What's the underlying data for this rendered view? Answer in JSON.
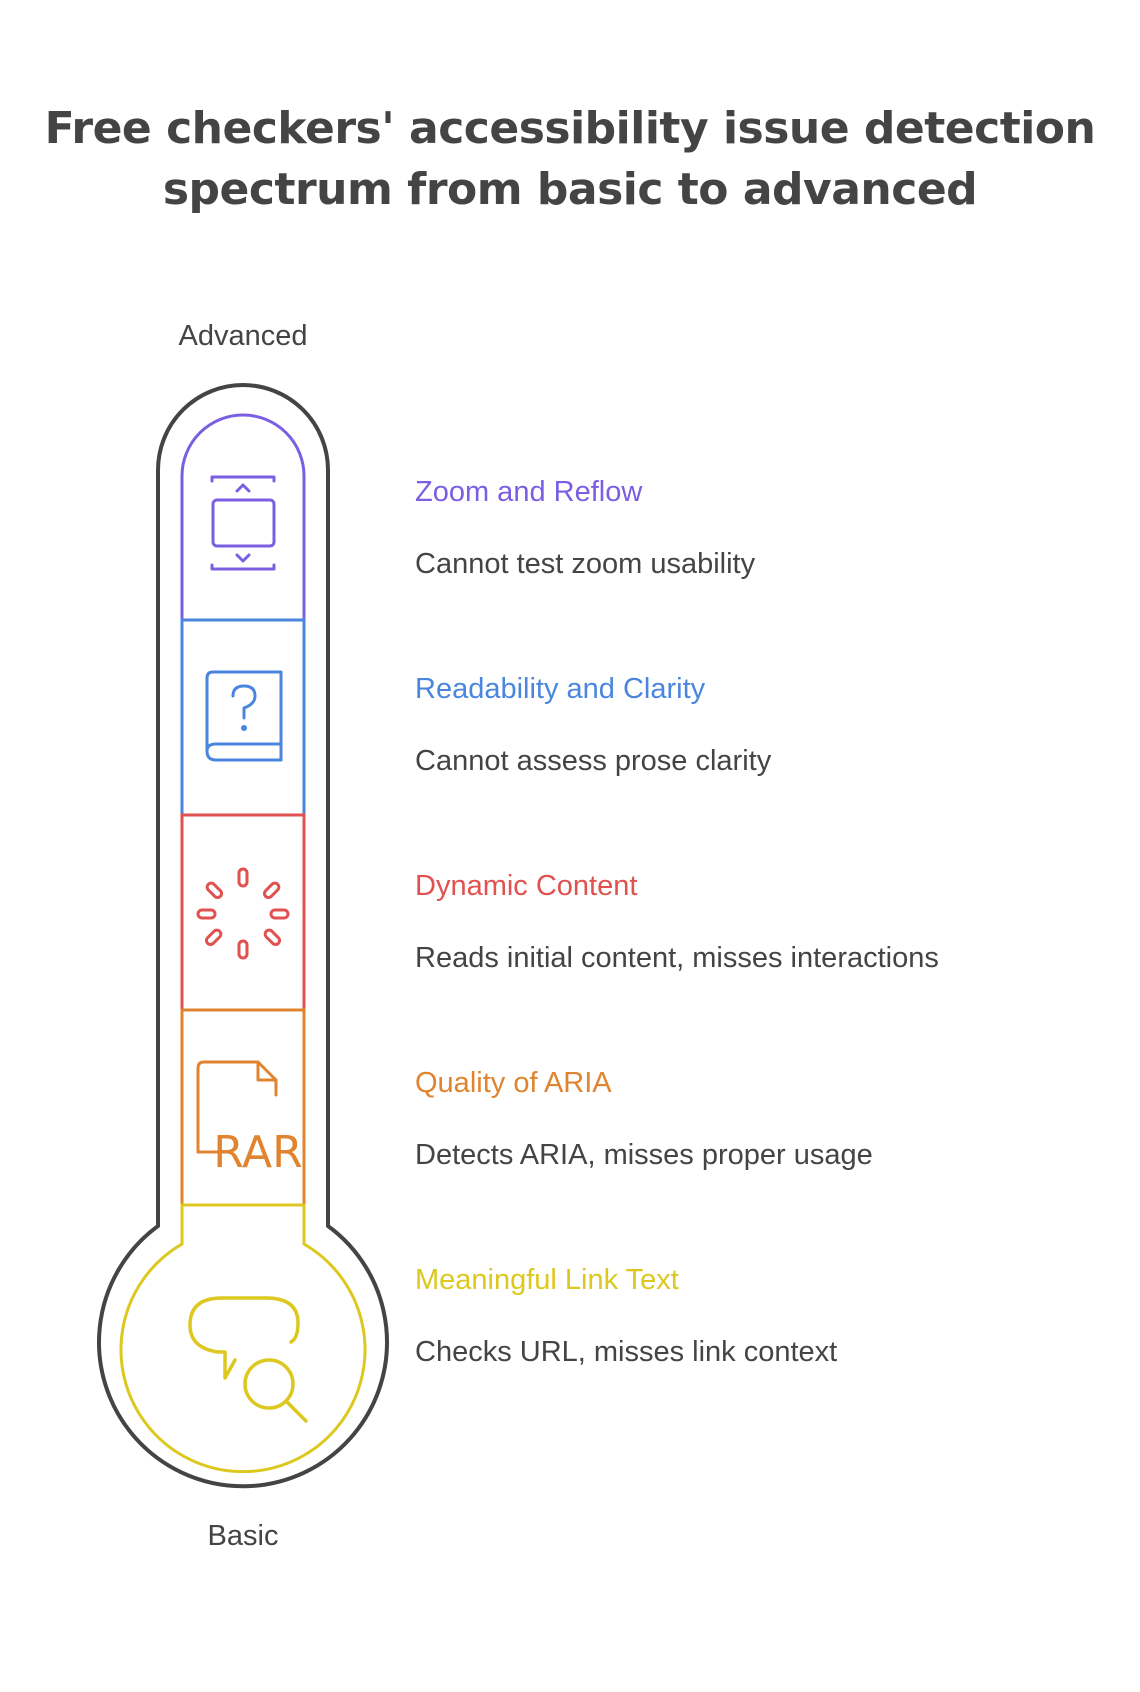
{
  "title": {
    "line1": "Free checkers' accessibility issue detection",
    "line2": "spectrum from basic to advanced"
  },
  "labels": {
    "top": "Advanced",
    "bottom": "Basic"
  },
  "items": [
    {
      "title": "Zoom and Reflow",
      "description": "Cannot test zoom usability",
      "color": "#7B5FE3",
      "icon": "zoom-reflow-icon"
    },
    {
      "title": "Readability and Clarity",
      "description": "Cannot assess prose clarity",
      "color": "#4A86DE",
      "icon": "question-book-icon"
    },
    {
      "title": "Dynamic Content",
      "description": "Reads initial content, misses interactions",
      "color": "#E0514F",
      "icon": "loading-spinner-icon"
    },
    {
      "title": "Quality of ARIA",
      "description": "Detects ARIA, misses proper usage",
      "color": "#E0842F",
      "icon": "rar-file-icon",
      "icon_text": "RAR"
    },
    {
      "title": "Meaningful Link Text",
      "description": "Checks URL, misses link context",
      "color": "#DCC81F",
      "icon": "chat-search-icon"
    }
  ],
  "outline_color": "#444444"
}
